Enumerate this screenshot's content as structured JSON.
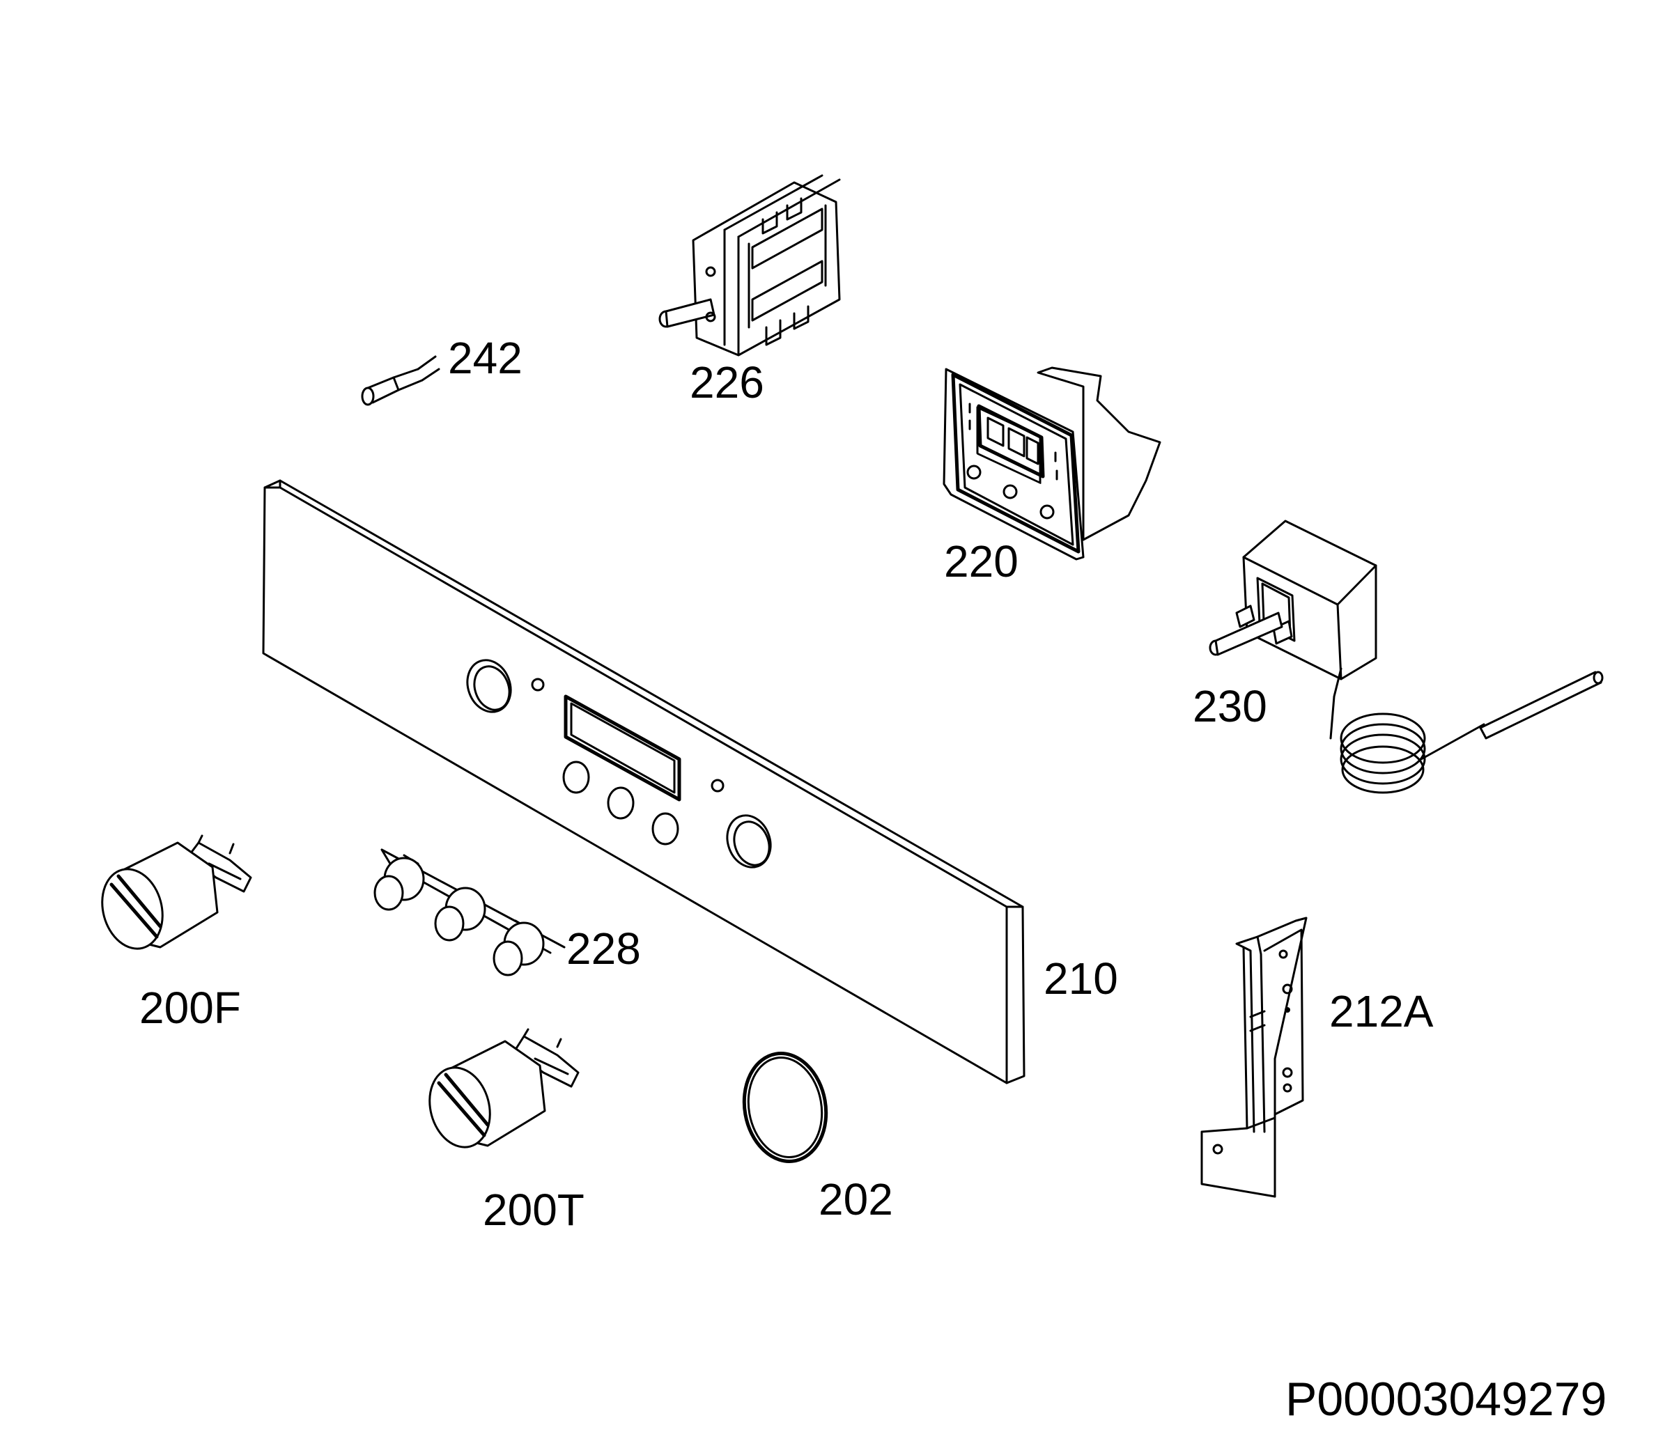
{
  "diagram": {
    "labels": {
      "p242": "242",
      "p226": "226",
      "p220": "220",
      "p230": "230",
      "p228": "228",
      "p210": "210",
      "p200F": "200F",
      "p200T": "200T",
      "p202": "202",
      "p212A": "212A"
    },
    "drawing_code": "P00003049279"
  }
}
